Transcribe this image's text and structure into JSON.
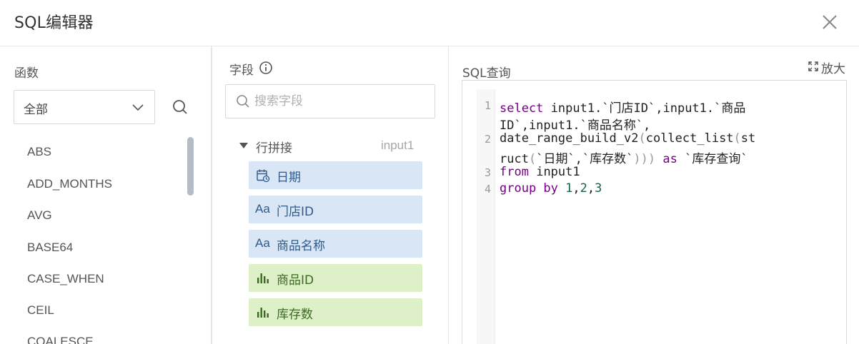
{
  "dialog": {
    "title": "SQL编辑器"
  },
  "functions": {
    "label": "函数",
    "category": "全部",
    "items": [
      "ABS",
      "ADD_MONTHS",
      "AVG",
      "BASE64",
      "CASE_WHEN",
      "CEIL",
      "COALESCE"
    ]
  },
  "fields": {
    "label": "字段",
    "search_placeholder": "搜索字段",
    "group": {
      "name": "行拼接",
      "source": "input1"
    },
    "items": [
      {
        "label": "日期",
        "type": "date"
      },
      {
        "label": "门店ID",
        "type": "text"
      },
      {
        "label": "商品名称",
        "type": "text"
      },
      {
        "label": "商品ID",
        "type": "number"
      },
      {
        "label": "库存数",
        "type": "number"
      }
    ]
  },
  "sql": {
    "label": "SQL查询",
    "expand_label": "放大",
    "line_numbers": [
      "1",
      "2",
      "3",
      "4"
    ],
    "lines": [
      {
        "t1": "input1.`门店ID`,input1.`商品",
        "t2": "ID`,input1.`商品名称`,"
      },
      {
        "t1": "date_range_build_v2",
        "t2": "collect_list",
        "t3": "st",
        "t4": "ruct",
        "t5": "`日期`,`库存数`",
        "t6": "`库存查询`"
      },
      {
        "t1": "input1"
      },
      {
        "n1": "1",
        "n2": "2",
        "n3": "3"
      }
    ],
    "keywords": {
      "select": "select",
      "as": "as",
      "from": "from",
      "group_by": "group by"
    }
  },
  "colors": {
    "keyword": "#770088",
    "number": "#116644",
    "chip_blue": "#d8e6f6",
    "chip_green": "#ddf0c8",
    "scrollbar": "#b5bcc5"
  }
}
